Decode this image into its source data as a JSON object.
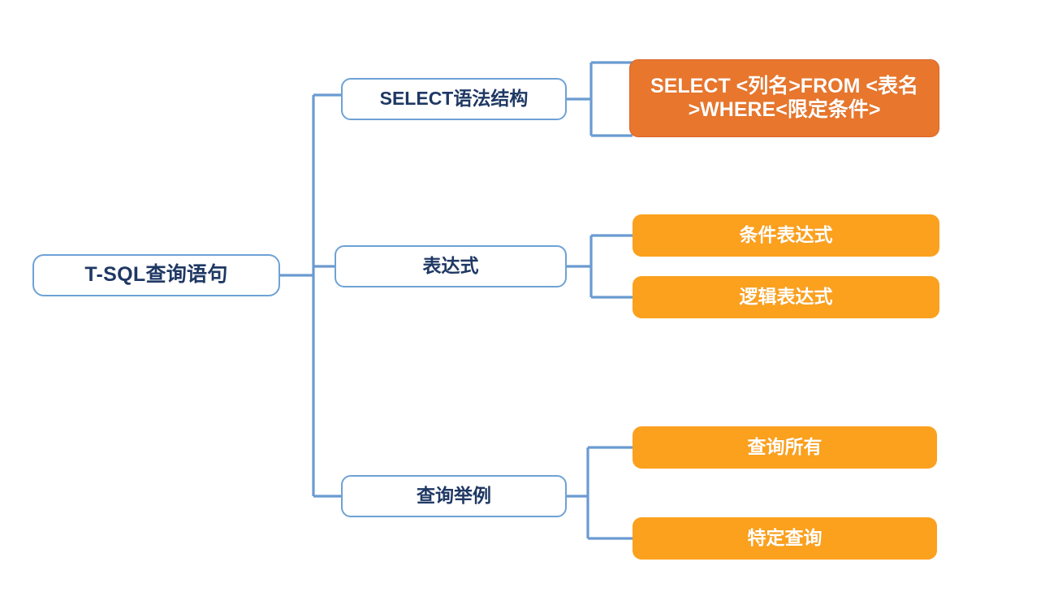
{
  "diagram": {
    "type": "mind-map",
    "title": "T-SQL查询语句",
    "colors": {
      "connector": "#6A9BD1",
      "node_border_blue": "#6EA2D5",
      "node_text_blue": "#1F3864",
      "orange_dark": "#E8762C",
      "orange_bright": "#FBA11E",
      "background": "#FFFFFF",
      "orange_text": "#FFFFFF"
    },
    "root": {
      "label": "T-SQL查询语句"
    },
    "branches": [
      {
        "label": "SELECT语法结构",
        "children": [
          {
            "label": "SELECT <列名>FROM <表名>WHERE<限定条件>"
          }
        ]
      },
      {
        "label": "表达式",
        "children": [
          {
            "label": "条件表达式"
          },
          {
            "label": "逻辑表达式"
          }
        ]
      },
      {
        "label": "查询举例",
        "children": [
          {
            "label": "查询所有"
          },
          {
            "label": "特定查询"
          }
        ]
      }
    ]
  }
}
